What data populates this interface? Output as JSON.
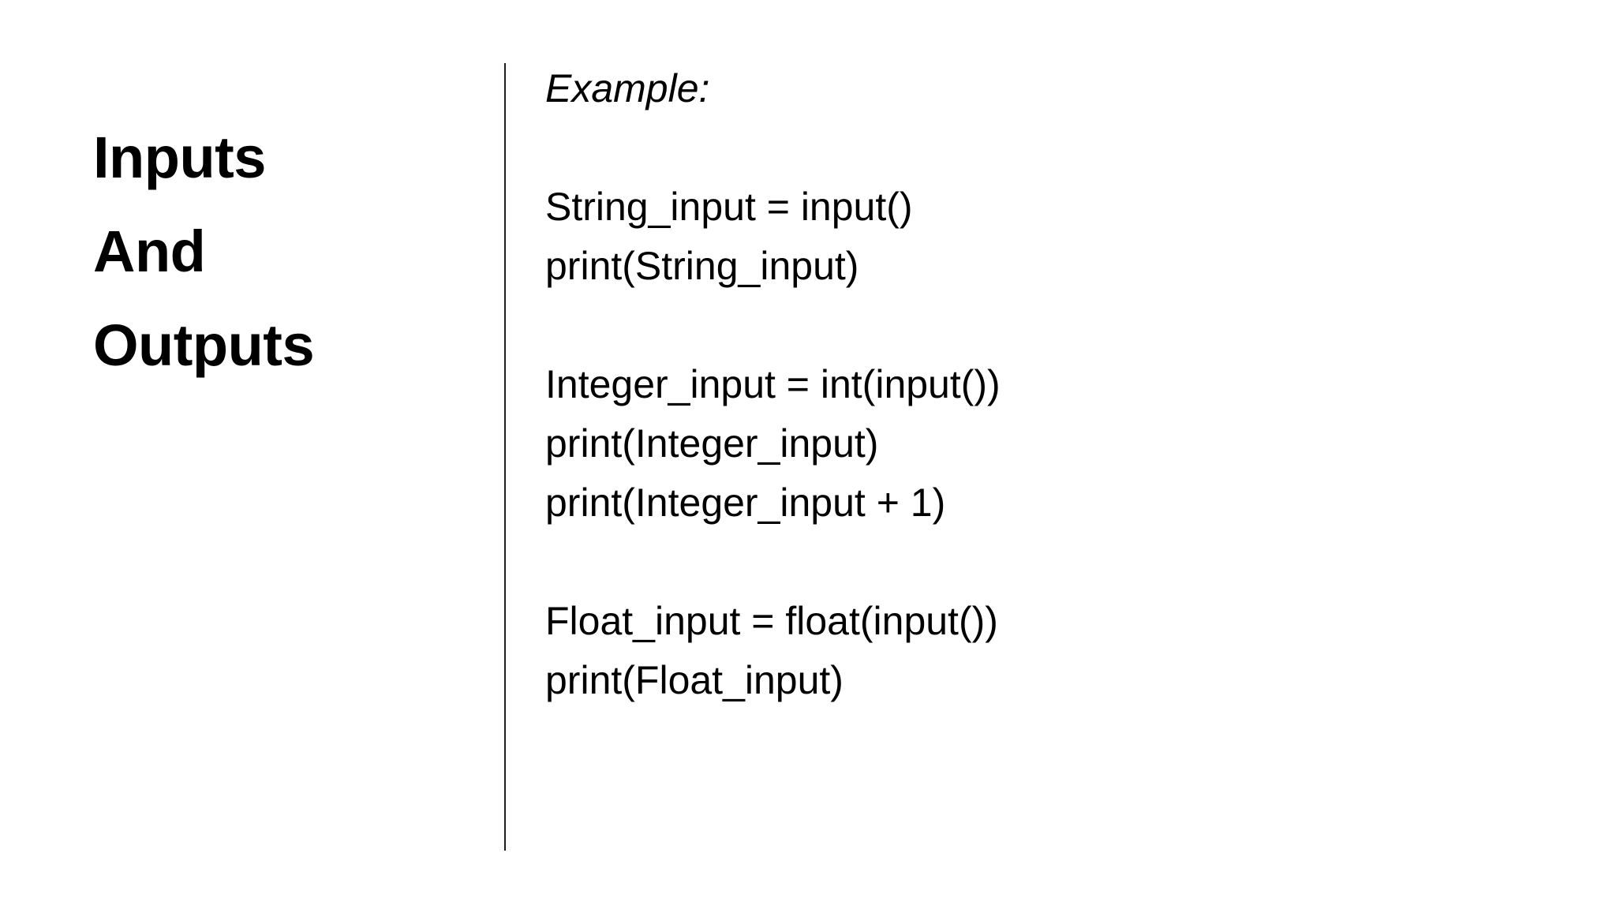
{
  "slide": {
    "background_color": "#ffffff",
    "text_color": "#000000",
    "divider_color": "#1c1c1c"
  },
  "title": {
    "lines": [
      {
        "text": "Inputs"
      },
      {
        "text": "And"
      },
      {
        "text": "Outputs"
      }
    ]
  },
  "content": {
    "example_label": "Example:",
    "blocks": [
      {
        "name": "string-input-block",
        "lines": [
          "String_input = input()",
          "print(String_input)"
        ]
      },
      {
        "name": "integer-input-block",
        "lines": [
          "Integer_input = int(input())",
          "print(Integer_input)",
          "print(Integer_input + 1)"
        ]
      },
      {
        "name": "float-input-block",
        "lines": [
          "Float_input = float(input())",
          "print(Float_input)"
        ]
      }
    ]
  }
}
